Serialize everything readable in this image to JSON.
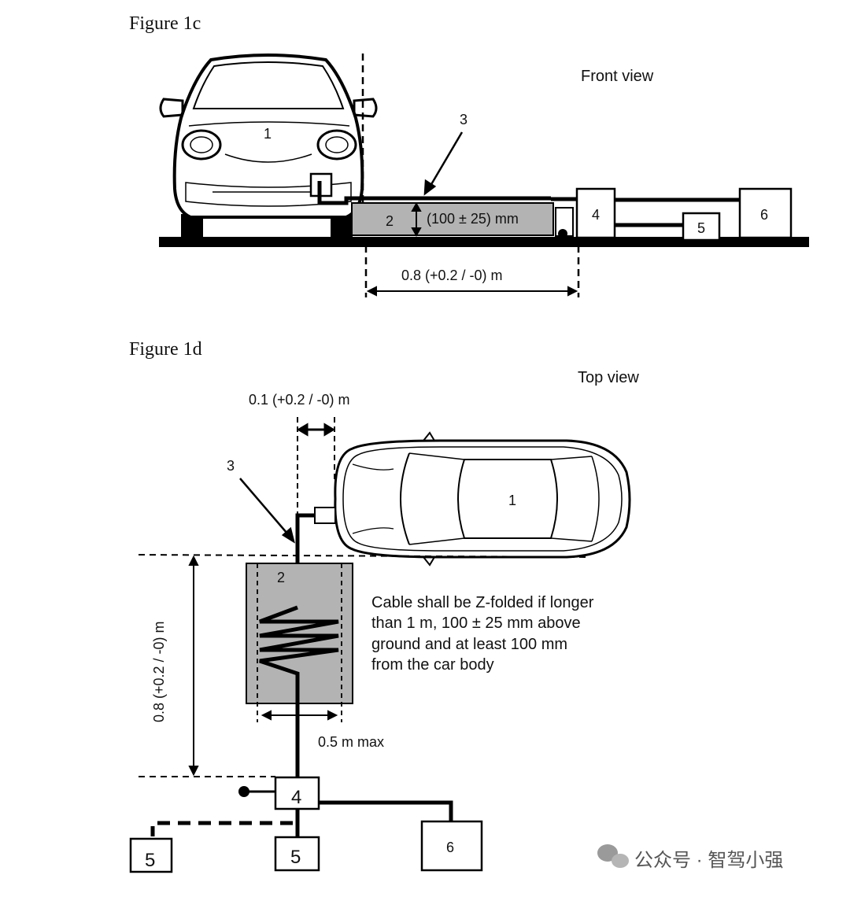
{
  "figure_c": {
    "title": "Figure 1c",
    "view": "Front view",
    "labels": {
      "vehicle": "1",
      "table": "2",
      "cable": "3",
      "box4": "4",
      "box5": "5",
      "box6": "6"
    },
    "height_dim": "(100 ± 25) mm",
    "distance_dim": "0.8 (+0.2 / -0) m"
  },
  "figure_d": {
    "title": "Figure 1d",
    "view": "Top view",
    "labels": {
      "vehicle": "1",
      "table": "2",
      "cable": "3",
      "box4": "4",
      "box5a": "5",
      "box5b": "5",
      "box6": "6"
    },
    "gap_dim": "0.1 (+0.2 / -0) m",
    "length_dim": "0.8 (+0.2 / -0) m",
    "width_dim": "0.5 m max",
    "note": [
      "Cable shall be Z-folded   if longer",
      "than 1 m, 100 ± 25 mm above",
      "ground and at least 100 mm",
      "from the car body"
    ]
  },
  "watermark": "公众号 · 智驾小强"
}
